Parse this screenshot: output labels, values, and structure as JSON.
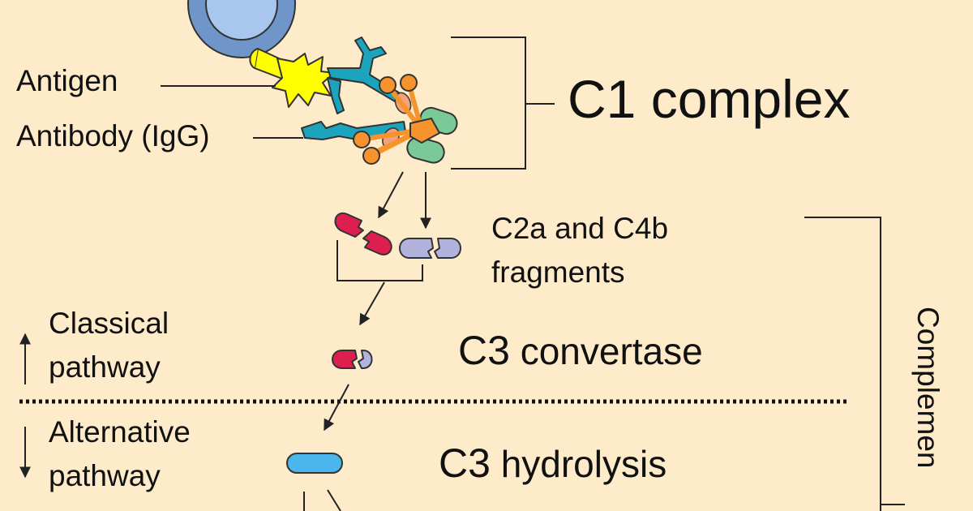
{
  "labels": {
    "antigen": "Antigen",
    "antibody": "Antibody (IgG)",
    "c1_complex": "C1 complex",
    "fragments_line1": "C2a and C4b",
    "fragments_line2": "fragments",
    "classical_line1": "Classical",
    "classical_line2": "pathway",
    "c3_convertase_prefix": "C3",
    "c3_convertase_rest": " convertase",
    "alternative_line1": "Alternative",
    "alternative_line2": "pathway",
    "c3_hydrolysis_prefix": "C3",
    "c3_hydrolysis_rest": " hydrolysis",
    "side_label": "Complemen"
  },
  "colors": {
    "background": "#fdebc9",
    "cell_outer": "#7095c9",
    "cell_inner": "#a9c6ef",
    "antigen": "#ffff00",
    "antibody": "#1ca4bc",
    "c1q": "#f7932d",
    "c1r": "#f2a17f",
    "c1s": "#7ac998",
    "c2": "#dc1f4f",
    "c4": "#b2b3dc",
    "c3": "#4bb6ec",
    "line": "#222222"
  },
  "icons": [
    "cell",
    "antigen-star",
    "antibody-y",
    "c1q-tentacles",
    "pill-fragment"
  ]
}
